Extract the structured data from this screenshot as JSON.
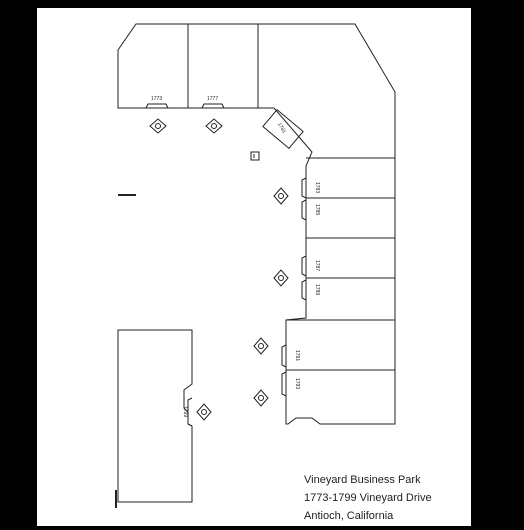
{
  "title": {
    "name": "Vineyard Business Park",
    "address": "1773-1799 Vineyard Drive",
    "city": "Antioch, California"
  },
  "units": {
    "u1773": "1773",
    "u1777": "1777",
    "u1781": "1781",
    "u1783": "1783",
    "u1785": "1785",
    "u1787": "1787",
    "u1789": "1789",
    "u1791": "1791",
    "u1793": "1793",
    "u1799": "1799"
  },
  "colors": {
    "background": "#000000",
    "sheet": "#ffffff",
    "ink": "#222222"
  }
}
